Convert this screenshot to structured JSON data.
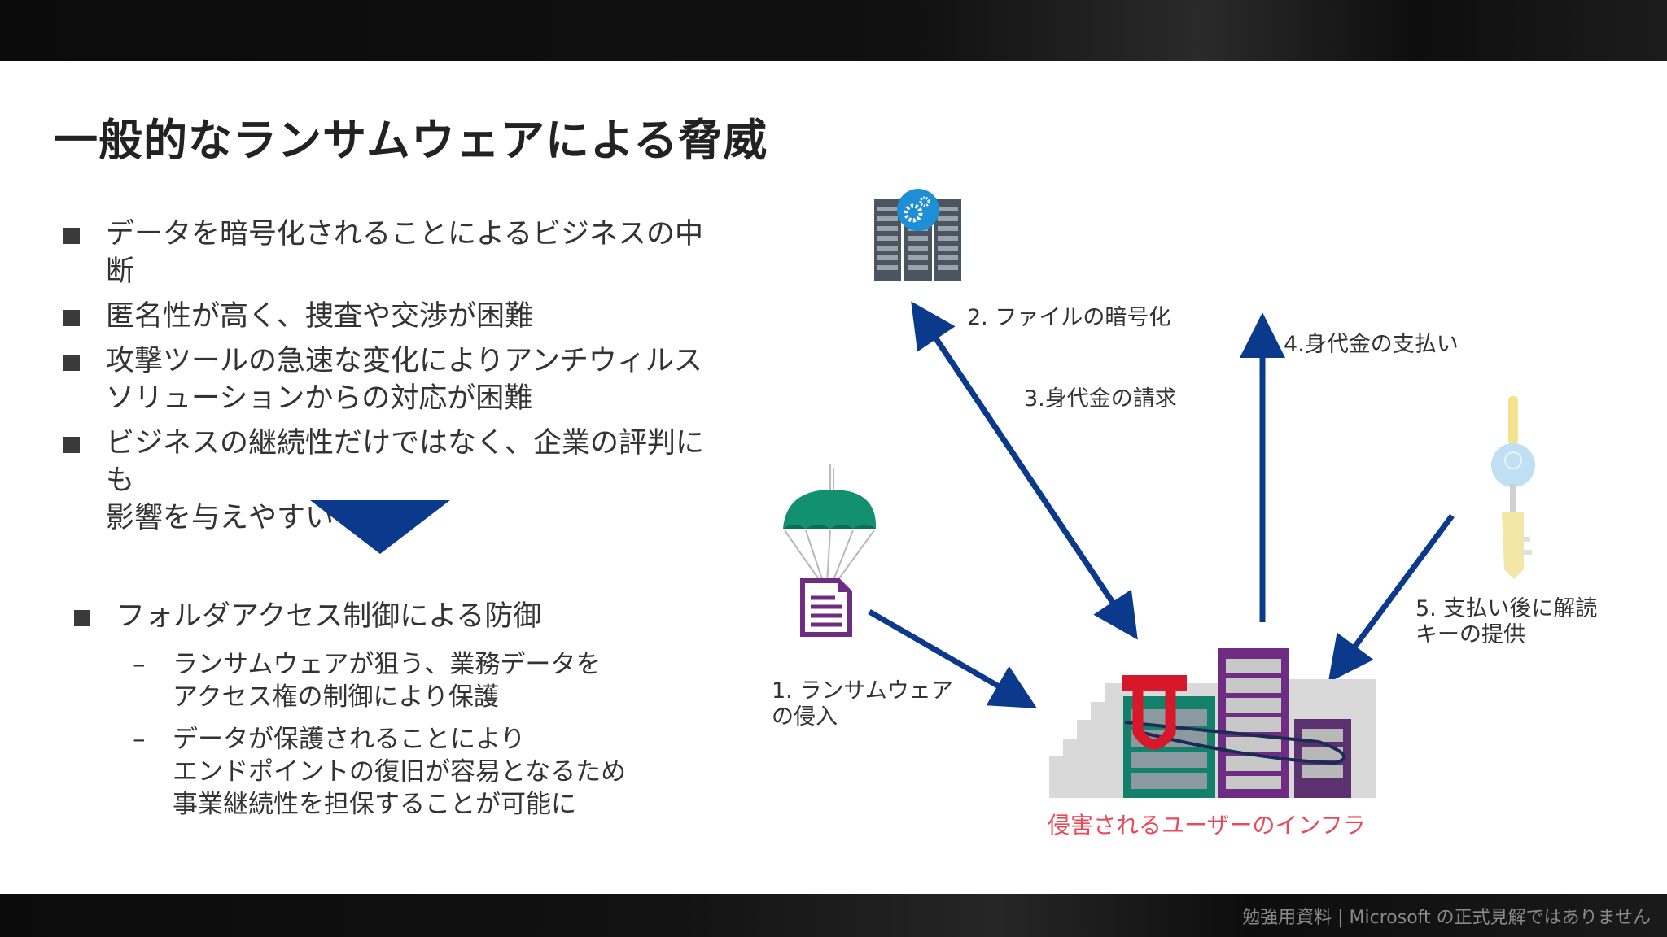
{
  "title": "一般的なランサムウェアによる脅威",
  "bullets": [
    "データを暗号化されることによるビジネスの中断",
    "匿名性が高く、捜査や交渉が困難",
    "攻撃ツールの急速な変化によりアンチウィルス\nソリューションからの対応が困難",
    "ビジネスの継続性だけではなく、企業の評判にも\n影響を与えやすい"
  ],
  "defense": {
    "heading": "フォルダアクセス制御による防御",
    "items": [
      "ランサムウェアが狙う、業務データを\nアクセス権の制御により保護",
      "データが保護されることにより\nエンドポイントの復旧が容易となるため\n事業継続性を担保することが可能に"
    ],
    "dash": "–"
  },
  "diagram": {
    "step1": "1. ランサムウェア\nの侵入",
    "step2": "2. ファイルの暗号化",
    "step3": "3.身代金の請求",
    "step4": "4.身代金の支払い",
    "step5": "5. 支払い後に解読\nキーの提供",
    "infra_label": "侵害されるユーザーのインフラ",
    "icons": [
      "attacker-server-icon",
      "gear-icon",
      "parachute-icon",
      "document-icon",
      "key-icon",
      "server-rack-icon",
      "padlock-icon"
    ]
  },
  "footer": "勉強用資料 | Microsoft の正式見解ではありません",
  "colors": {
    "arrow": "#0b3a8c",
    "teal": "#12806a",
    "purple": "#6e2c82",
    "red": "#d7182a",
    "infra_label": "#e84a5a",
    "gear_blue": "#1e8fd6"
  }
}
